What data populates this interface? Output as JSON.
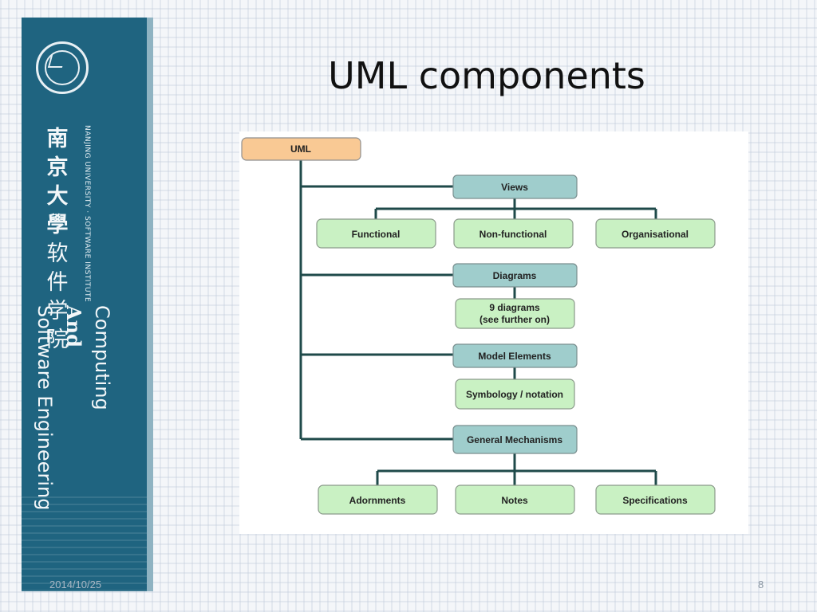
{
  "slide": {
    "title": "UML components",
    "date": "2014/10/25",
    "page_number": "8"
  },
  "sidebar": {
    "cn_name": [
      "南",
      "京",
      "大",
      "學",
      "软",
      "件",
      "学",
      "院"
    ],
    "en_univ": "NANJING UNIVERSITY · SOFTWARE INSTITUTE",
    "vertical_title": {
      "line1": "Computing",
      "line2": "And",
      "line3": "Software Engineering"
    }
  },
  "diagram": {
    "root": "UML",
    "views": {
      "label": "Views",
      "children": [
        "Functional",
        "Non-functional",
        "Organisational"
      ]
    },
    "diagrams": {
      "label": "Diagrams",
      "child_line1": "9 diagrams",
      "child_line2": "(see further on)"
    },
    "model_elements": {
      "label": "Model Elements",
      "child": "Symbology / notation"
    },
    "general_mechanisms": {
      "label": "General Mechanisms",
      "children": [
        "Adornments",
        "Notes",
        "Specifications"
      ]
    }
  },
  "colors": {
    "sidebar": "#1f6480",
    "root_fill": "#f9c994",
    "category_fill": "#9fcdcc",
    "leaf_fill": "#c9f1c3",
    "connector": "#1f4a4a"
  }
}
